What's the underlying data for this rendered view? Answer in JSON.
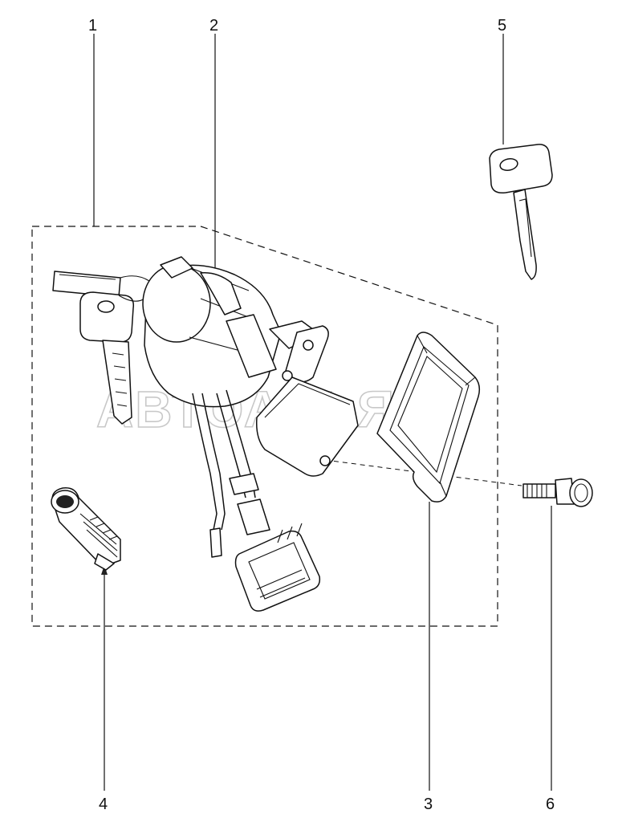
{
  "callouts": [
    {
      "id": "1",
      "label": "1"
    },
    {
      "id": "2",
      "label": "2"
    },
    {
      "id": "3",
      "label": "3"
    },
    {
      "id": "4",
      "label": "4"
    },
    {
      "id": "5",
      "label": "5"
    },
    {
      "id": "6",
      "label": "6"
    }
  ],
  "watermark": "АВТОАЛЬЯНС"
}
